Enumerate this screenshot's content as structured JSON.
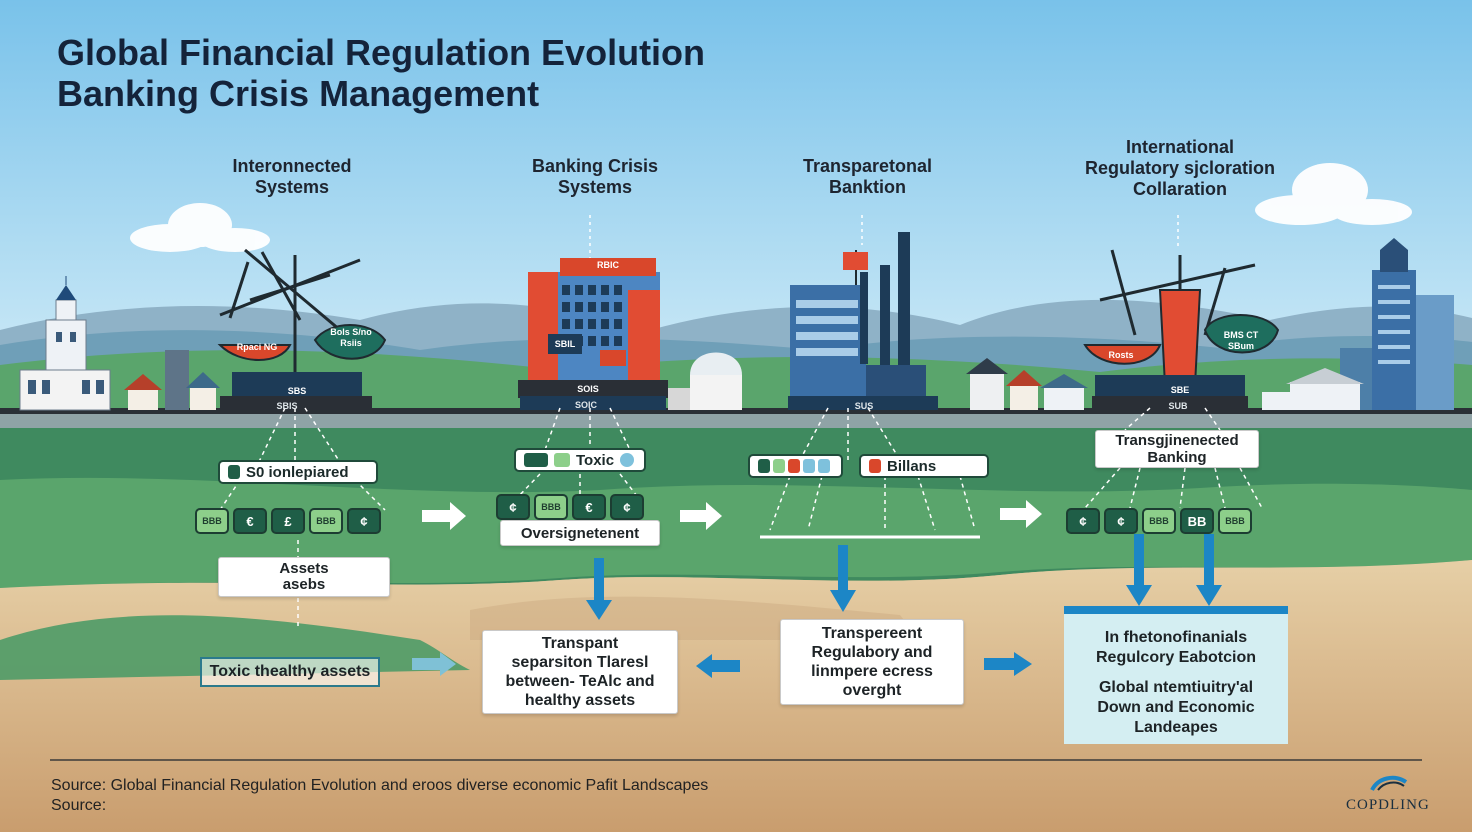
{
  "title": {
    "line1": "Global Financial Regulation Evolution",
    "line2": "Banking Crisis Management"
  },
  "columns": [
    {
      "heading_line1": "Interonnected",
      "heading_line2": "Systems"
    },
    {
      "heading_line1": "Banking Crisis",
      "heading_line2": "Systems"
    },
    {
      "heading_line1": "Transparetonal",
      "heading_line2": "Banktion"
    },
    {
      "heading_line1": "International",
      "heading_line2": "Regulatory sjcloration",
      "heading_line3": "Collaration"
    }
  ],
  "scene_labels": {
    "scale1_left": "Rpaci NG",
    "scale1_right_l1": "Bols S/no",
    "scale1_right_l2": "Rsiis",
    "bank1_sign": "RBIC",
    "bank1_sign2": "SBIL",
    "base1": "SBS",
    "base1_low": "SBIS",
    "base2": "SOIS",
    "base2_low": "SOIC",
    "base3": "SUS",
    "scale4_left": "Rosts",
    "scale4_right_l1": "BMS CT",
    "scale4_right_l2": "SBum",
    "base4": "SBE",
    "base4_low": "SUB"
  },
  "tags": {
    "col1": "S0 ionlepiared",
    "col2": "Toxic",
    "col3": "Billans",
    "col4_l1": "Transgjinenected",
    "col4_l2": "Banking"
  },
  "tokens": {
    "col1": [
      "BBB",
      "€",
      "£",
      "BBB",
      "¢"
    ],
    "col2": [
      "¢",
      "BBB",
      "€",
      "¢"
    ],
    "col4": [
      "¢",
      "¢",
      "BBB",
      "BB",
      "BBB"
    ]
  },
  "mid_boxes": {
    "oversight": "Oversignetenent",
    "assets_l1": "Assets",
    "assets_l2": "asebs"
  },
  "lower_boxes": {
    "toxic_healthy": "Toxic thealthy assets",
    "transparent_l1": "Transpant",
    "transparent_l2": "separsiton Tlaresl",
    "transparent_l3": "between- TeAlc and",
    "transparent_l4": "healthy assets",
    "regulatory_l1": "Transpereent",
    "regulatory_l2": "Regulabory and",
    "regulatory_l3": "linmpere ecress",
    "regulatory_l4": "overght"
  },
  "final_box": {
    "p1_l1": "In fhetonofinanials",
    "p1_l2": "Regulcory Eabotcion",
    "p2_l1": "Global ntemtiuitry'al",
    "p2_l2": "Down and Economic",
    "p2_l3": "Landeapes"
  },
  "footer": {
    "source_line1": "Source: Global Financial Regulation Evolution and eroos diverse economic Pafit Landscapes",
    "source_line2": "Source:",
    "logo": "COPDLING"
  },
  "colors": {
    "sky": "#7cc3e8",
    "hills": "#4c9a66",
    "ground": "#d7b48c",
    "accent_blue": "#1c86c6",
    "token_dark": "#1f5e47",
    "token_light": "#8dcf8a",
    "bank_red": "#d9472b"
  }
}
